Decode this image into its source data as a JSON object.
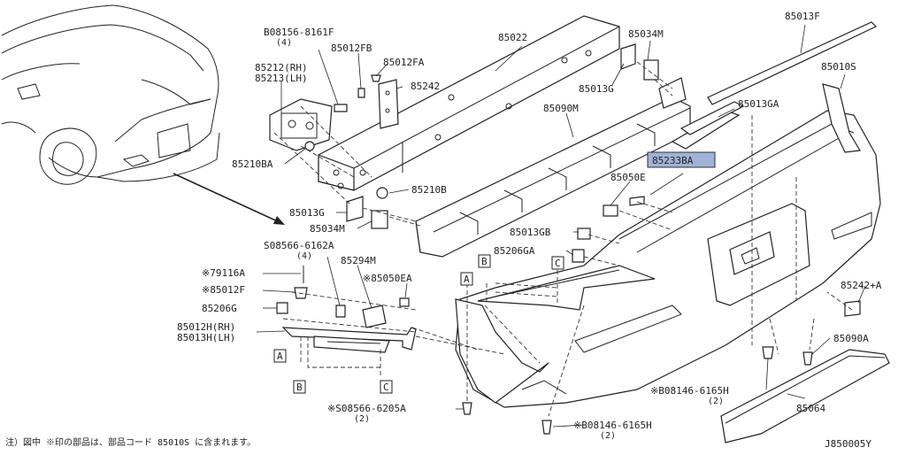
{
  "callouts": {
    "c85022": "85022",
    "c85013F": "85013F",
    "c85010S": "85010S",
    "c85034M_top": "85034M",
    "c85013G_top": "85013G",
    "c85090M": "85090M",
    "c85013GA": "85013GA",
    "c85233BA": "85233BA",
    "c85050E": "85050E",
    "c85013G_left": "85013G",
    "c85034M_left": "85034M",
    "c85210B": "85210B",
    "c85210BA": "85210BA",
    "c85212": "85212(RH)",
    "c85213": "85213(LH)",
    "c85242": "85242",
    "c85012FA": "85012FA",
    "c85012FB": "85012FB",
    "c08156": "B08156-8161F",
    "c08156_qty": "(4)",
    "c08566_6162": "S08566-6162A",
    "c08566_6162_qty": "(4)",
    "c85294M": "85294M",
    "c85050EA": "※85050EA",
    "c79116A": "※79116A",
    "c85012F": "※85012F",
    "c85206G": "85206G",
    "c85012H": "85012H(RH)",
    "c85013H": "85013H(LH)",
    "c85013GB": "85013GB",
    "c85206GA": "85206GA",
    "c85242A": "85242+A",
    "c85090A": "85090A",
    "c08146_a": "※B08146-6165H",
    "c08146_a_qty": "(2)",
    "c08146_b": "※B08146-6165H",
    "c08146_b_qty": "(2)",
    "c08566_6205": "※S08566-6205A",
    "c08566_6205_qty": "(2)",
    "c85064": "85064"
  },
  "refs": {
    "a1": "A",
    "a2": "A",
    "b1": "B",
    "b2": "B",
    "c1": "C",
    "c2": "C"
  },
  "footer": {
    "note": "注）図中 ※印の部品は、部品コード 85010S に含まれます。",
    "code": "J850005Y"
  },
  "colors": {
    "highlight": "#9fb3d6"
  }
}
